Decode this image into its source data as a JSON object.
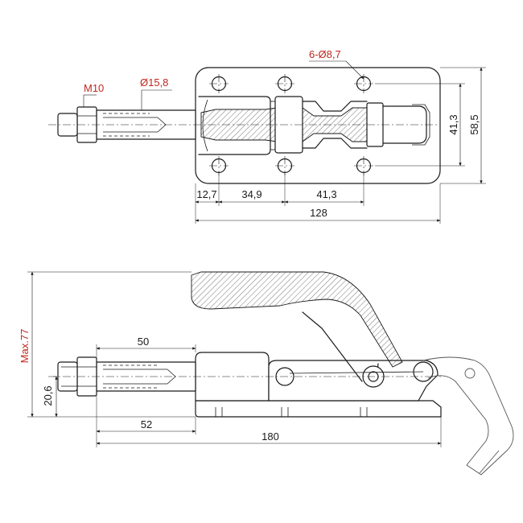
{
  "dimensions": {
    "thread_size": "M10",
    "plunger_diameter": "Ø15,8",
    "mounting_holes": "6-Ø8,7",
    "hole_spacing_vertical": "41,3",
    "base_width": "58,5",
    "offset_first_hole": "12,7",
    "spacing_first_pair": "34,9",
    "spacing_second_pair": "41,3",
    "base_length": "128",
    "stroke_length": "50",
    "max_height": "Max.77",
    "plunger_height": "20,6",
    "thread_extension": "52",
    "overall_length": "180"
  },
  "colors": {
    "line": "#1a1a1a",
    "accent_text": "#c0281f"
  }
}
